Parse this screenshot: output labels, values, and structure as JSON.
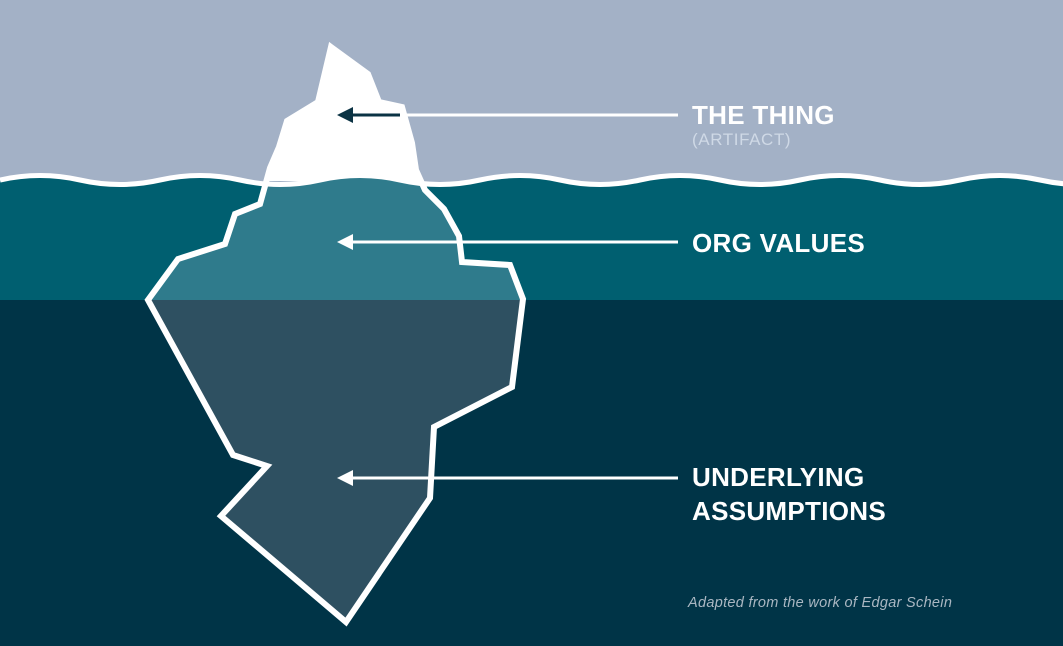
{
  "colors": {
    "sky": "#a3b1c6",
    "upper_water": "#005f70",
    "deep_water": "#003447",
    "ice_above": "#ffffff",
    "ice_upper": "#2f7b8c",
    "ice_deep": "#2e5061",
    "outline": "#ffffff"
  },
  "labels": {
    "artifact_title": "THE THING",
    "artifact_subtitle": "(ARTIFACT)",
    "values_title": "ORG VALUES",
    "assumptions_title": "UNDERLYING\nASSUMPTIONS"
  },
  "credit": "Adapted from the work of Edgar Schein",
  "icons": [
    "arrow-left-icon"
  ]
}
